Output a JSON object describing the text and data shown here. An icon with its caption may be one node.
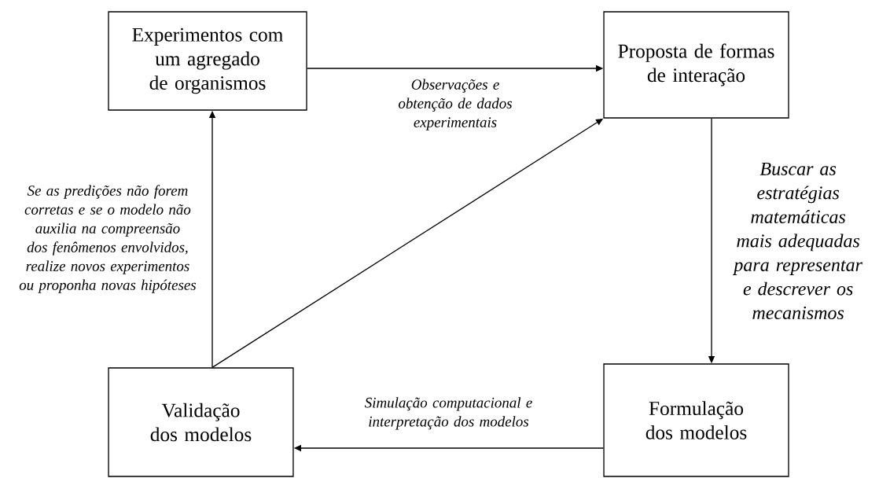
{
  "diagram": {
    "nodes": [
      {
        "text": [
          "Experimentos com um agregado de organismos"
        ]
      },
      {
        "text": [
          "Proposta de formas de interação"
        ]
      },
      {
        "text": [
          "Formulação dos modelos"
        ]
      },
      {
        "text": [
          "Validação dos modelos"
        ]
      }
    ],
    "edges": [
      {
        "from": 0,
        "to": 1,
        "arrow": "to",
        "label": "Observações e obtenção de dados experimentais"
      },
      {
        "from": 1,
        "to": 2,
        "arrow": "to",
        "label": "Buscar as estratégias matemáticas mais adequadas para representar e descrever os mecanismos"
      },
      {
        "from": 2,
        "to": 3,
        "arrow": "to",
        "label": "Simulação computacional e interpretação dos modelos"
      },
      {
        "from": 3,
        "to": 0,
        "arrow": "to",
        "label": "Se as predições não forem corretas e se o modelo não auxilia na compreensão dos fenômenos envolvidos, realize novos experimentos ou proponha novas hipóteses"
      },
      {
        "from": 3,
        "to": 1,
        "arrow": "to"
      }
    ]
  }
}
